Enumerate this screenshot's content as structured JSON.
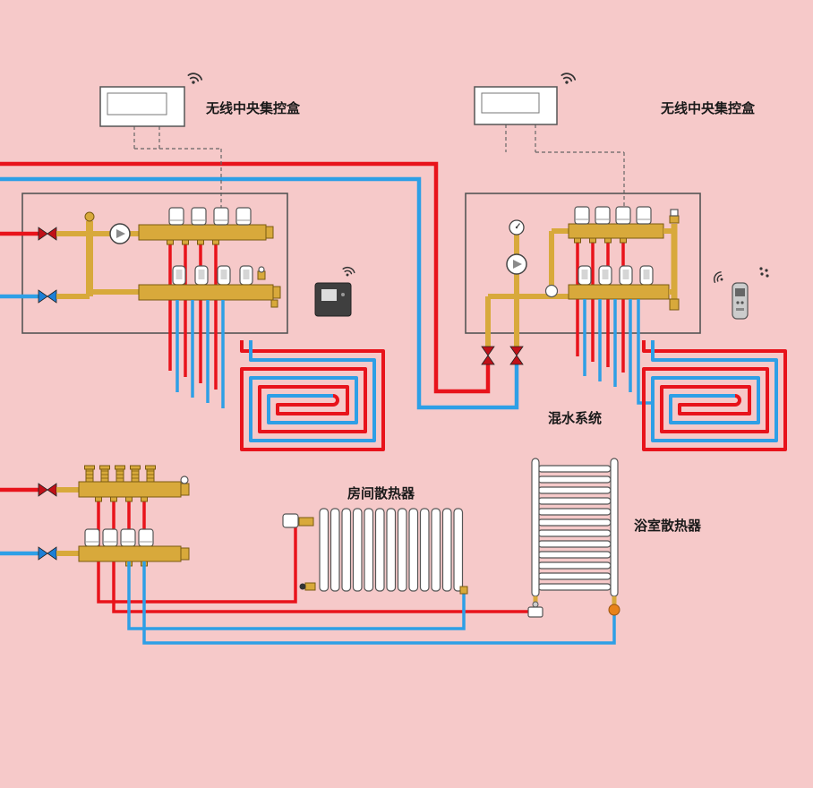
{
  "diagram": {
    "labels": {
      "wireless_box_1": "无线中央集控盒",
      "wireless_box_2": "无线中央集控盒",
      "mixing_system": "混水系统",
      "room_radiator": "房间散热器",
      "bathroom_radiator": "浴室散热器"
    },
    "icons": {
      "wifi": "wifi-signal-arcs",
      "signal_dots": "dot-cluster"
    },
    "colors": {
      "background": "#f6c9c9",
      "pipe-hot": "#e8131b",
      "pipe-cold": "#2e9fe6",
      "brass": "#d8a93b",
      "brass-dark": "#7a5a10",
      "outline": "#555555",
      "valve-red": "#c01018",
      "valve-blue": "#1d7fd6",
      "orange-fitting": "#e8821a",
      "text": "#1a1a1a"
    }
  }
}
